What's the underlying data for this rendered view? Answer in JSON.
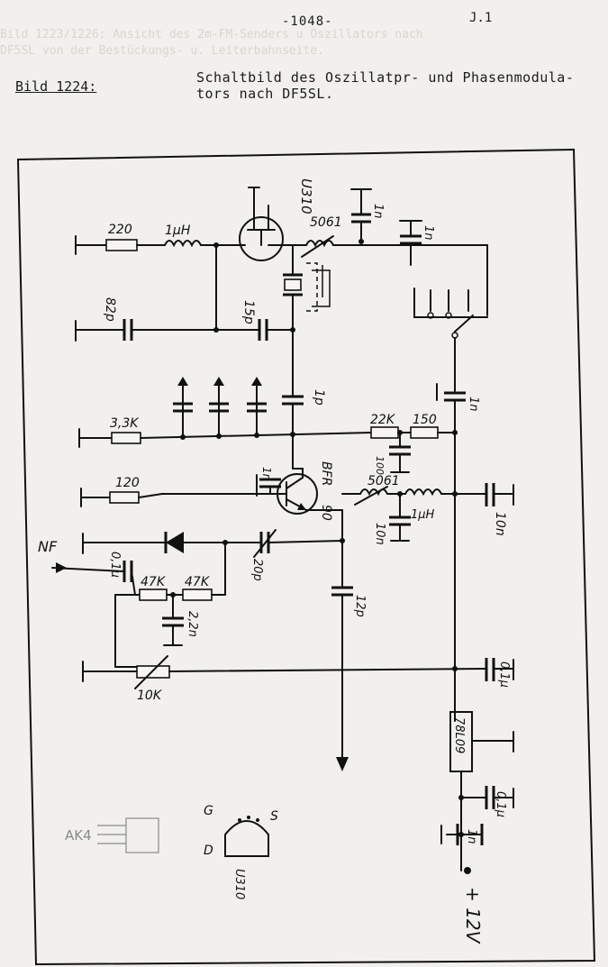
{
  "header": {
    "page_number": "-1048-",
    "page_ref": "J.1",
    "figure_label": "Bild 1224:",
    "caption_lines": [
      "Schaltbild des Oszillatpr- und Phasenmodula-",
      "tors nach DF5SL."
    ],
    "bleed_through_lines": [
      "Bild 1223/1226: Ansicht des 2m-FM-Senders u Oszillators nach",
      "DF5SL von der Bestückungs- u. Leiterbahnseite."
    ]
  },
  "schematic": {
    "component_labels": {
      "r220": "220",
      "l1uh_top": "1μH",
      "u310": "U310",
      "l5061_top": "5061",
      "c1n_top": "1n",
      "c1n_right": "1n",
      "c82p": "82p",
      "c15p": "15p",
      "c1p": "1p",
      "r3k3": "3,3K",
      "r22k": "22K",
      "r150": "150",
      "c1n_mid": "1n",
      "c100": "100",
      "bfr": "BFR",
      "bfr_type": "90",
      "r120": "120",
      "c1n_bfr": "1n",
      "l5061_mid": "5061",
      "l1uh_mid": "1μH",
      "c10n_a": "10n",
      "c10n_b": "10n",
      "nf": "NF",
      "c01u": "0,1μ",
      "r47k_a": "47K",
      "r47k_b": "47K",
      "c2n2": "2,2n",
      "c20p": "20p",
      "c12p": "12p",
      "r10k": "10K",
      "c01u_a": "0,1μ",
      "reg": "78L09",
      "c01u_b": "0,1μ",
      "c1n_bottom": "1n",
      "supply": "+ 12V",
      "pin_g": "G",
      "pin_d": "D",
      "pin_s": "S",
      "pin_type": "U310",
      "handwritten": "AK4"
    }
  }
}
